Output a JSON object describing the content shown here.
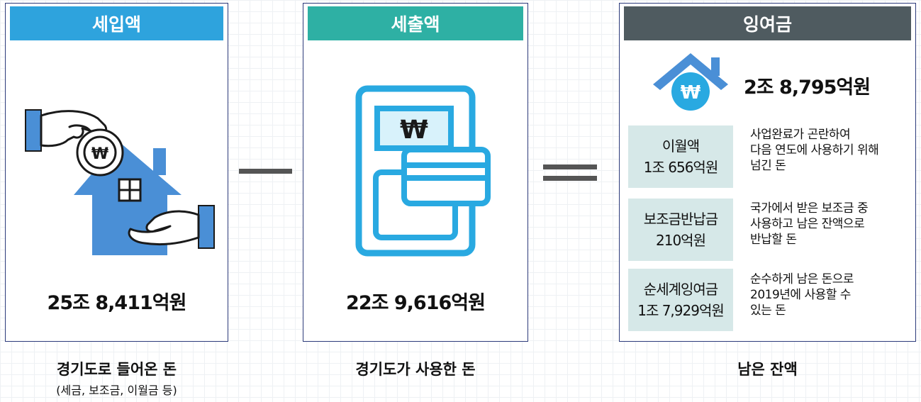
{
  "revenue": {
    "title": "세입액",
    "amount": "25조 8,411억원",
    "caption": "경기도로 들어온 돈",
    "subcaption": "(세금, 보조금, 이월금 등)",
    "banner_color": "#2ea3dd"
  },
  "expenditure": {
    "title": "세출액",
    "amount": "22조 9,616억원",
    "caption": "경기도가 사용한 돈",
    "banner_color": "#2eb0a4"
  },
  "surplus": {
    "title": "잉여금",
    "amount": "2조 8,795억원",
    "caption": "남은 잔액",
    "banner_color": "#4f5b60",
    "rows": [
      {
        "label": "이월액",
        "value": "1조 656억원",
        "desc_lines": [
          "사업완료가 곤란하여",
          "다음 연도에 사용하기 위해",
          "넘긴 돈"
        ]
      },
      {
        "label": "보조금반납금",
        "value": "210억원",
        "desc_lines": [
          "국가에서 받은 보조금 중",
          "사용하고 남은 잔액으로",
          "반납할 돈"
        ]
      },
      {
        "label": "순세계잉여금",
        "value": "1조 7,929억원",
        "desc_lines": [
          "순수하게 남은 돈으로",
          "2019년에 사용할 수",
          "있는 돈"
        ]
      }
    ]
  },
  "icons": {
    "revenue": "hands-coin-house-icon",
    "expenditure": "document-card-won-icon",
    "surplus": "house-won-coin-icon",
    "won_symbol": "₩"
  },
  "colors": {
    "icon_blue": "#4a8fd6",
    "icon_cyan": "#29a9e1",
    "skin": "#ffffff",
    "outline": "#1a1a1a",
    "minus": "#555555",
    "row_bg": "#d6e8e8"
  }
}
